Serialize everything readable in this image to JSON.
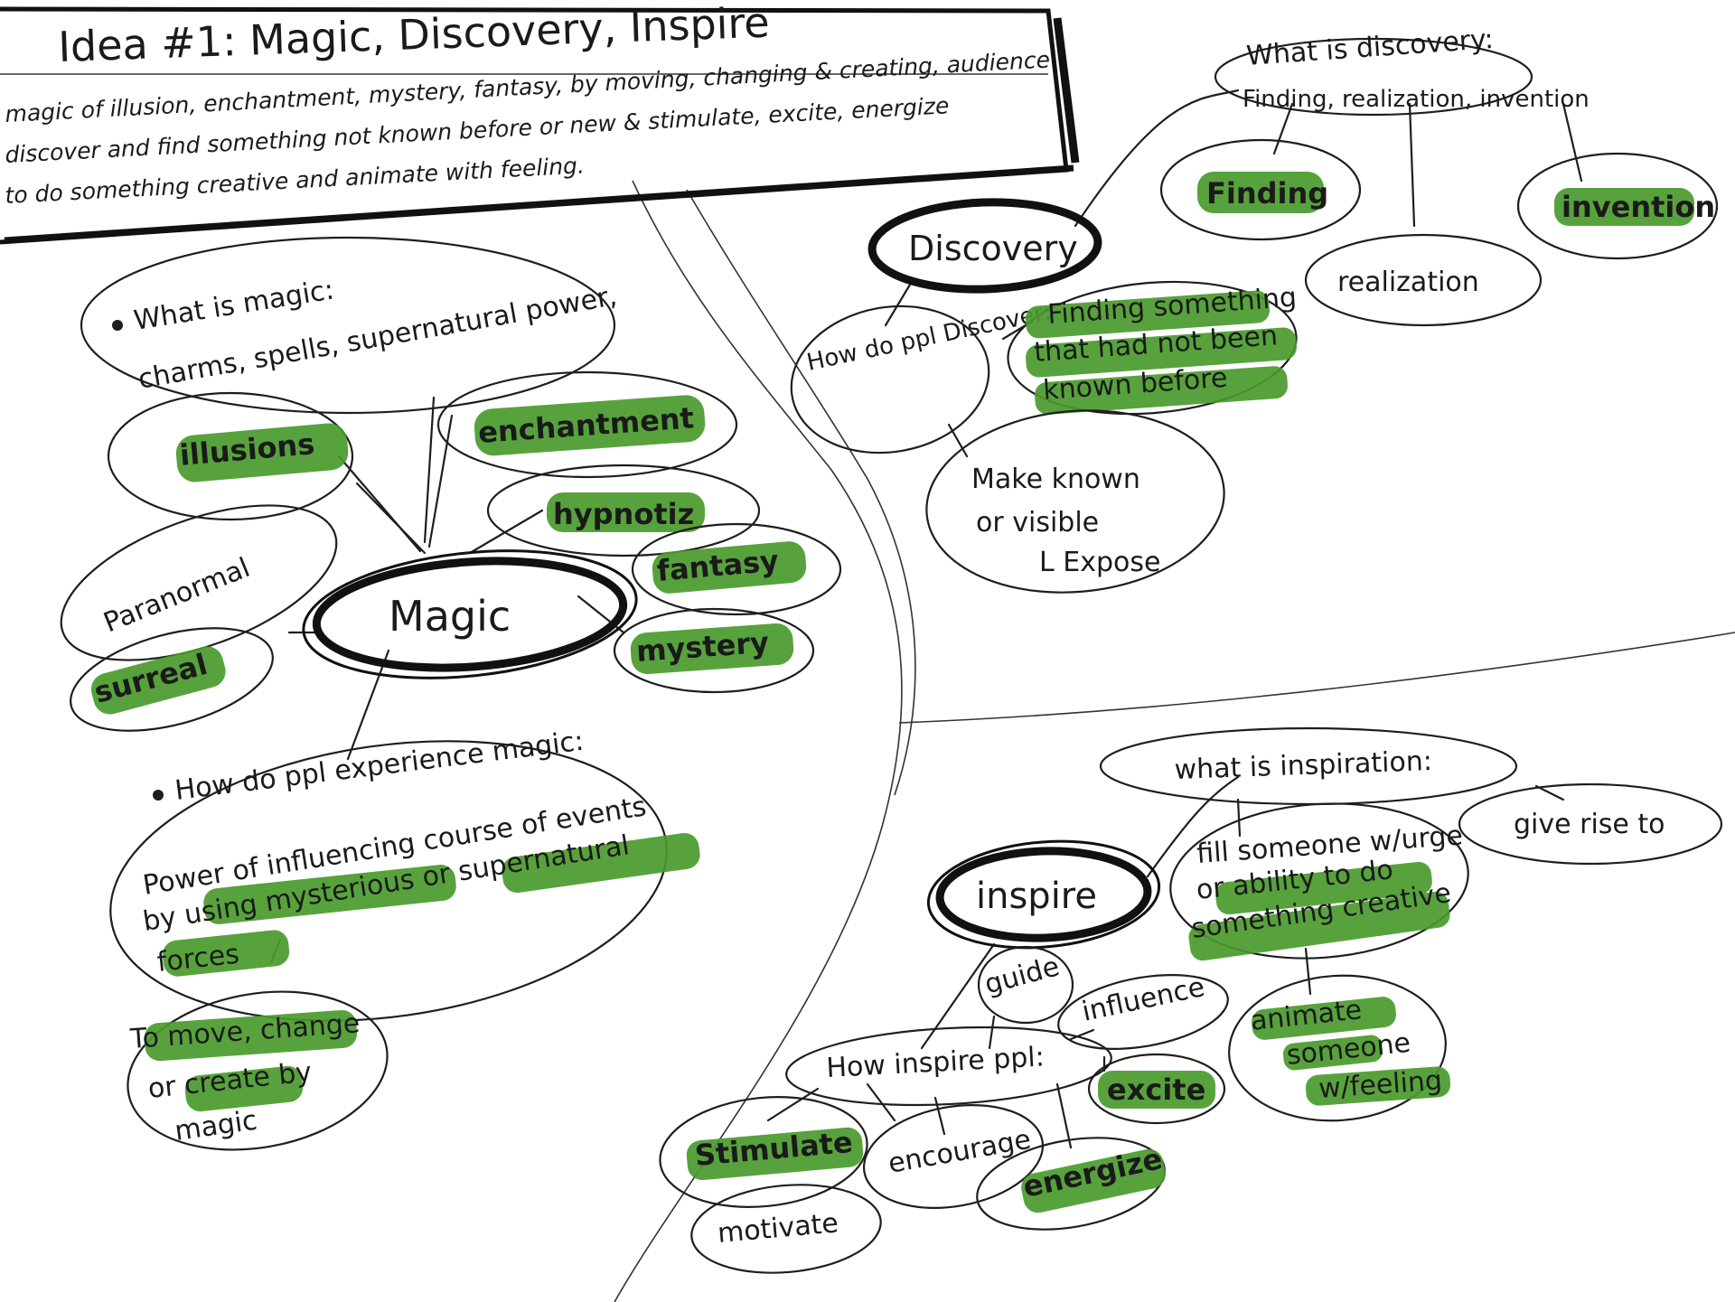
{
  "colors": {
    "ink": "#1e1e1e",
    "highlight": "#4a9a2c",
    "paper": "#ffffff"
  },
  "header": {
    "title": "Idea #1: Magic, Discovery, Inspire",
    "lines": [
      "magic of illusion, enchantment, mystery, fantasy, by moving, changing & creating, audience",
      "discover and find something not known before or new & stimulate, excite, energize",
      "to do something creative and animate with feeling."
    ]
  },
  "magic": {
    "hub": "Magic",
    "question1": {
      "title": "What is magic:",
      "answer": "charms, spells, supernatural power,"
    },
    "nodes": {
      "illusions": "illusions",
      "enchantment": "enchantment",
      "hypnotiz": "hypnotiz",
      "fantasy": "fantasy",
      "mystery": "mystery",
      "paranormal": "Paranormal",
      "surreal": "surreal"
    },
    "question2": {
      "title": "How do ppl experience magic:",
      "lines": [
        "Power of influencing course of events",
        "by using mysterious or supernatural",
        "forces"
      ]
    },
    "bottom": {
      "lines": [
        "To move, change",
        "or create by",
        "magic"
      ]
    }
  },
  "discovery": {
    "hub": "Discovery",
    "question": {
      "title": "What is discovery:",
      "answer": "Finding, realization, invention"
    },
    "nodes": {
      "finding": "Finding",
      "realization": "realization",
      "invention": "invention"
    },
    "how": "How do ppl Discover:",
    "finding_something": [
      "Finding something",
      "that had not been",
      "known before"
    ],
    "make_known": [
      "Make known",
      "or visible",
      "L Expose"
    ]
  },
  "inspire": {
    "hub": "inspire",
    "question": "what is inspiration:",
    "give_rise": "give rise to",
    "fill": [
      "fill someone w/urge",
      "or ability to do",
      "something creative"
    ],
    "animate": [
      "animate",
      "someone",
      "w/feeling"
    ],
    "how": "How inspire ppl:",
    "nodes": {
      "guide": "guide",
      "influence": "influence",
      "excite": "excite",
      "stimulate": "Stimulate",
      "encourage": "encourage",
      "energize": "energize",
      "motivate": "motivate"
    }
  }
}
